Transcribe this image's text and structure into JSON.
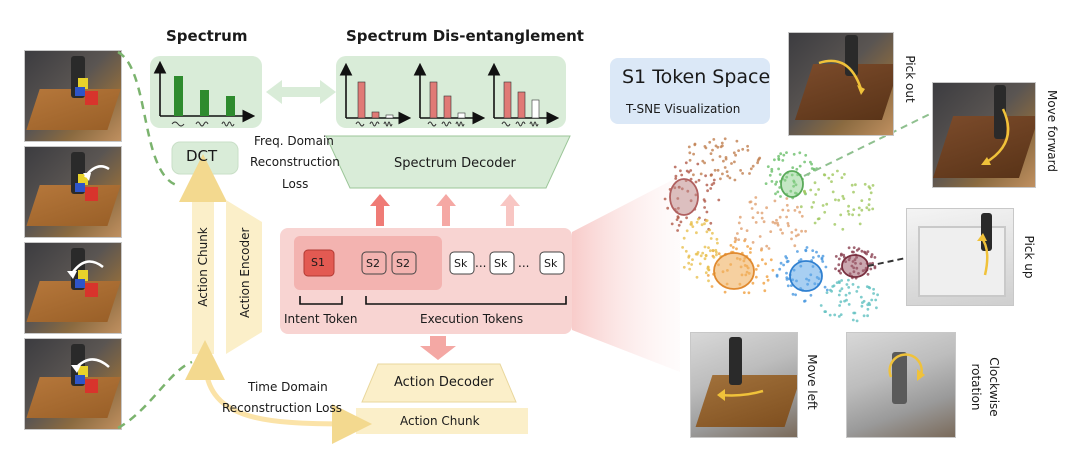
{
  "titles": {
    "spectrum": "Spectrum",
    "disentangle": "Spectrum Dis-entanglement",
    "token_space": "S1 Token Space",
    "tsne": "T-SNE Visualization"
  },
  "labels": {
    "dct": "DCT",
    "freq_loss_1": "Freq. Domain",
    "freq_loss_2": "Reconstruction",
    "freq_loss_3": "Loss",
    "spectrum_decoder": "Spectrum Decoder",
    "action_chunk_vertical": "Action Chunk",
    "action_encoder": "Action Encoder",
    "intent_token": "Intent Token",
    "execution_tokens": "Execution Tokens",
    "action_decoder": "Action Decoder",
    "action_chunk_bottom": "Action Chunk",
    "time_loss_1": "Time Domain",
    "time_loss_2": "Reconstruction Loss",
    "ellipsis": "..."
  },
  "tokens": {
    "s1": "S1",
    "s2": "S2",
    "sk": "Sk"
  },
  "actions": {
    "pick_out": "Pick out",
    "move_forward": "Move forward",
    "pick_up": "Pick up",
    "move_left": "Move left",
    "clockwise_1": "Clockwise",
    "clockwise_2": "rotation"
  },
  "colors": {
    "green_panel": "#d9ecd8",
    "green_bar": "#2e8b2e",
    "red_bar": "#e07a76",
    "pink_panel": "#f8d4d2",
    "yellow_panel": "#fbefc9",
    "blue_panel": "#dbe8f7",
    "dashed_green": "#7bb36e"
  }
}
